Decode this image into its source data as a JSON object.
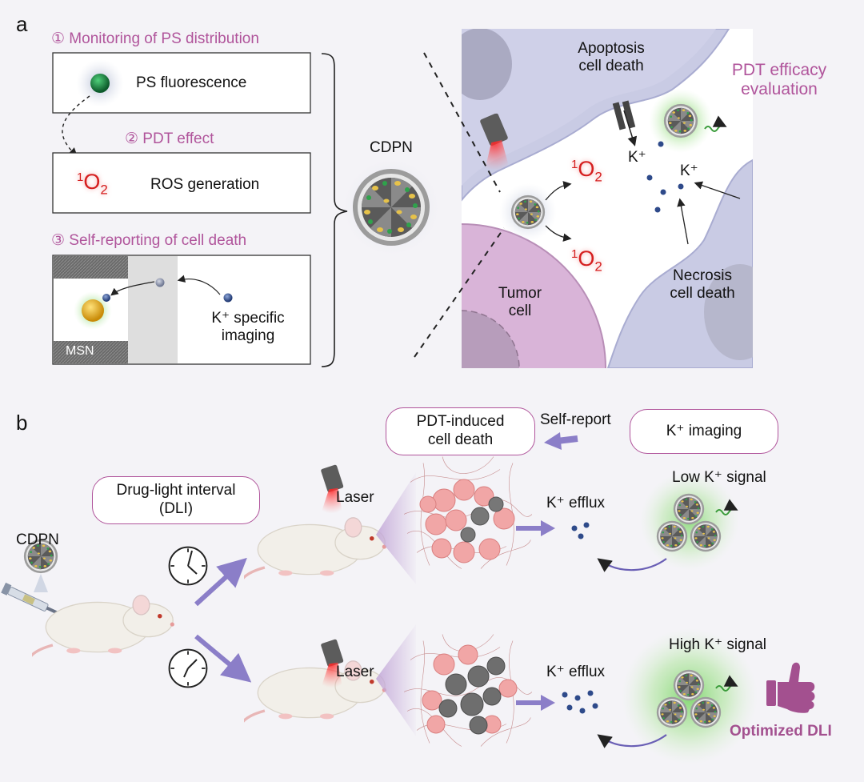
{
  "panel_a": {
    "label": "a",
    "step1": "① Monitoring of PS distribution",
    "ps_fluorescence": "PS fluorescence",
    "step2": "② PDT effect",
    "singlet_o2": {
      "sup": "1",
      "base": "O",
      "sub": "2"
    },
    "ros_generation": "ROS generation",
    "step3": "③ Self-reporting of cell death",
    "k_specific_line1": "K⁺ specific",
    "k_specific_line2": "imaging",
    "msn": "MSN",
    "cdpn": "CDPN",
    "apoptosis_line1": "Apoptosis",
    "apoptosis_line2": "cell death",
    "pdt_efficacy_line1": "PDT efficacy",
    "pdt_efficacy_line2": "evaluation",
    "k_ion": "K⁺",
    "necrosis_line1": "Necrosis",
    "necrosis_line2": "cell death",
    "tumor_line1": "Tumor",
    "tumor_line2": "cell"
  },
  "panel_b": {
    "label": "b",
    "pdt_induced_line1": "PDT-induced",
    "pdt_induced_line2": "cell death",
    "self_report": "Self-report",
    "k_imaging": "K⁺ imaging",
    "dli_line1": "Drug-light interval",
    "dli_line2": "(DLI)",
    "laser": "Laser",
    "k_efflux": "K⁺ efflux",
    "low_signal": "Low K⁺ signal",
    "high_signal": "High K⁺ signal",
    "cdpn": "CDPN",
    "optimized": "Optimized DLI"
  },
  "colors": {
    "accent": "#b0549b",
    "red": "#d51e1e",
    "arrow": "#8b7ec8",
    "k_dot": "#2e4a8a",
    "membrane": "#c9cbe4",
    "tumor": "#d9b4d8"
  }
}
